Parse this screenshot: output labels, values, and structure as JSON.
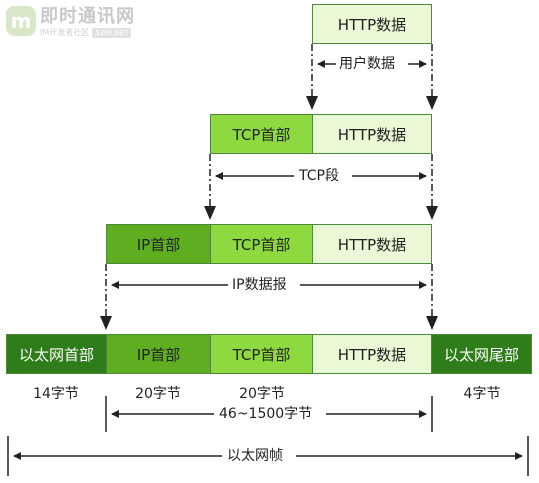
{
  "logo": {
    "mark": "m",
    "title": "即时通讯网",
    "subtitle": "IM开发者社区",
    "tag": "52IM.NET"
  },
  "rows": {
    "row1": {
      "http": "HTTP数据",
      "span": "用户数据"
    },
    "row2": {
      "tcp": "TCP首部",
      "http": "HTTP数据",
      "span": "TCP段"
    },
    "row3": {
      "ip": "IP首部",
      "tcp": "TCP首部",
      "http": "HTTP数据",
      "span": "IP数据报"
    },
    "row4": {
      "eth_head": "以太网首部",
      "ip": "IP首部",
      "tcp": "TCP首部",
      "http": "HTTP数据",
      "eth_tail": "以太网尾部"
    }
  },
  "sizes": {
    "eth_head": "14字节",
    "ip": "20字节",
    "tcp": "20字节",
    "eth_tail": "4字节",
    "payload_span": "46~1500字节",
    "frame_span": "以太网帧"
  },
  "colors": {
    "http": "#eaf8d6",
    "tcp": "#8fd940",
    "ip": "#5fae22",
    "eth": "#2f7d1a",
    "border": "#4a8a3a",
    "line": "#222222"
  }
}
